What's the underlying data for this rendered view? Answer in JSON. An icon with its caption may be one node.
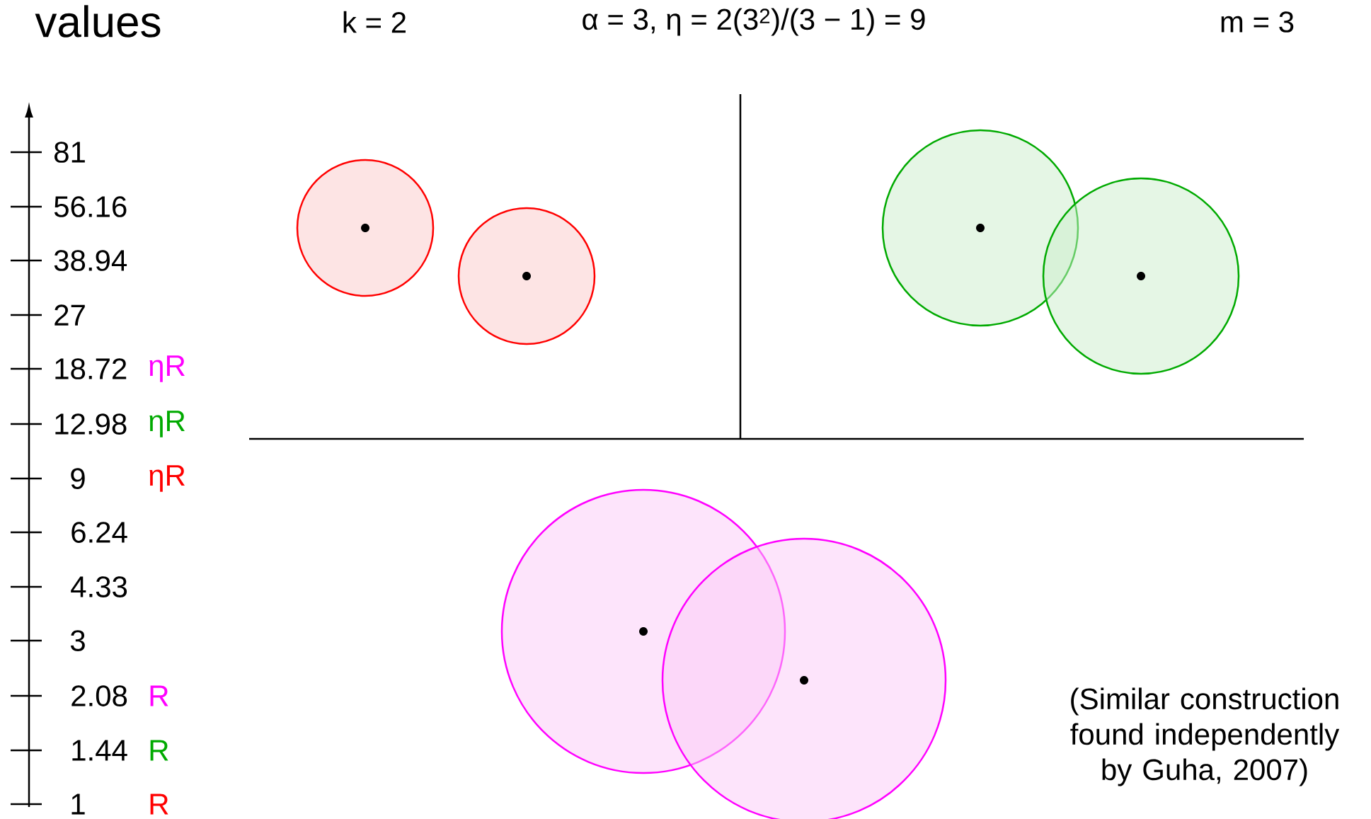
{
  "diagram": {
    "nodes": [
      {
        "text": [],
        "shape": "circle"
      },
      {
        "text": [],
        "shape": "circle"
      },
      {
        "text": [],
        "shape": "circle"
      },
      {
        "text": [],
        "shape": "circle"
      },
      {
        "text": [],
        "shape": "circle"
      },
      {
        "text": [],
        "shape": "circle"
      }
    ],
    "labels": [
      "values",
      "k = 2",
      "α = 3, η = 2(3$^{2}$)/(3 − 1) = 9",
      "m = 3",
      "81",
      "56.16",
      "38.94",
      "27",
      "18.72",
      "ηR",
      "12.98",
      "ηR",
      "9",
      "ηR",
      "6.24",
      "4.33",
      "3",
      "2.08",
      "R",
      "1.44",
      "R",
      "1",
      "R",
      "(Similar construction found independently by Guha, 2007)"
    ]
  }
}
